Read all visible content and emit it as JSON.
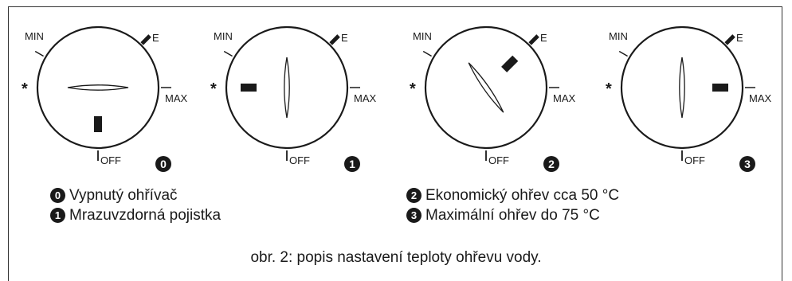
{
  "dial_labels": {
    "min": "MIN",
    "e": "E",
    "max": "MAX",
    "off": "OFF",
    "frost": "*"
  },
  "dials": [
    {
      "badge": "0",
      "pointer": "horizontal",
      "marker": "off"
    },
    {
      "badge": "1",
      "pointer": "vertical",
      "marker": "frost"
    },
    {
      "badge": "2",
      "pointer": "diagonal",
      "marker": "e"
    },
    {
      "badge": "3",
      "pointer": "vertical",
      "marker": "max"
    }
  ],
  "legend": [
    {
      "badge": "0",
      "text": "Vypnutý ohřívač"
    },
    {
      "badge": "1",
      "text": "Mrazuvzdorná pojistka"
    },
    {
      "badge": "2",
      "text": "Ekonomický ohřev cca 50 °C"
    },
    {
      "badge": "3",
      "text": "Maximální ohřev do 75 °C"
    }
  ],
  "caption": "obr. 2: popis nastavení teploty ohřevu vody.",
  "colors": {
    "ink": "#1a1a1a",
    "frame": "#333333",
    "background": "#ffffff"
  }
}
